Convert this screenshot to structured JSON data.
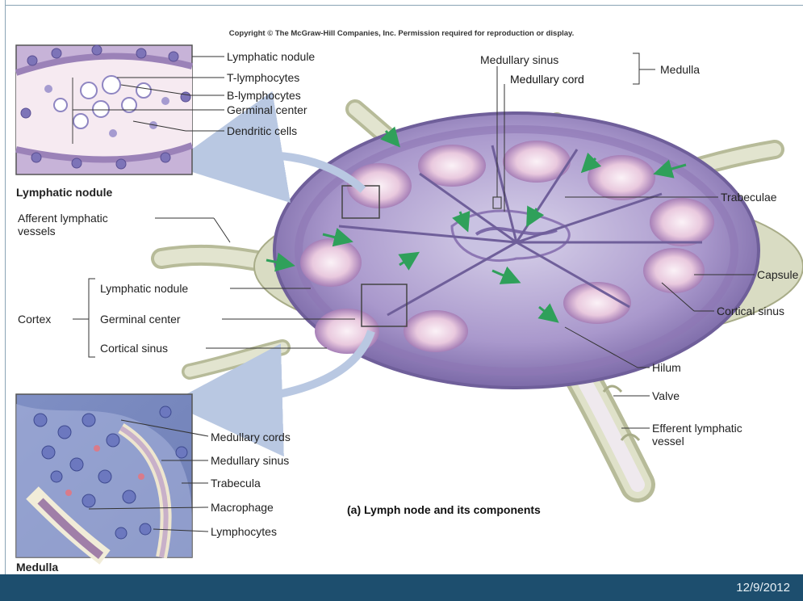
{
  "copyright": "Copyright © The McGraw-Hill Companies, Inc. Permission required for reproduction or display.",
  "caption": "(a) Lymph node and its components",
  "footer": {
    "date": "12/9/2012",
    "color": "#1d4e6e"
  },
  "insets": {
    "nodule_title": "Lymphatic nodule",
    "medulla_title": "Medulla"
  },
  "labels": {
    "lymphatic_nodule_top": "Lymphatic nodule",
    "t_lymphocytes": "T-lymphocytes",
    "b_lymphocytes": "B-lymphocytes",
    "germinal_center_top": "Germinal center",
    "dendritic_cells": "Dendritic cells",
    "medullary_sinus_top": "Medullary sinus",
    "medullary_cord_top": "Medullary cord",
    "medulla": "Medulla",
    "trabeculae": "Trabeculae",
    "afferent_1": "Afferent lymphatic",
    "afferent_2": "vessels",
    "lymphatic_nodule_mid": "Lymphatic nodule",
    "cortex": "Cortex",
    "germinal_center_mid": "Germinal center",
    "cortical_sinus_left": "Cortical sinus",
    "capsule": "Capsule",
    "cortical_sinus_right": "Cortical sinus",
    "hilum": "Hilum",
    "valve": "Valve",
    "efferent_1": "Efferent lymphatic",
    "efferent_2": "vessel",
    "medullary_cords": "Medullary cords",
    "medullary_sinus_bottom": "Medullary sinus",
    "trabecula": "Trabecula",
    "macrophage": "Macrophage",
    "lymphocytes": "Lymphocytes"
  },
  "colors": {
    "tissue_purple": "#8d77b4",
    "sinus_light": "#cfc6e2",
    "capsule_green": "#d9dcc3",
    "arrow_green": "#2fa05a",
    "germinal_pink": "#f3e6ef"
  }
}
